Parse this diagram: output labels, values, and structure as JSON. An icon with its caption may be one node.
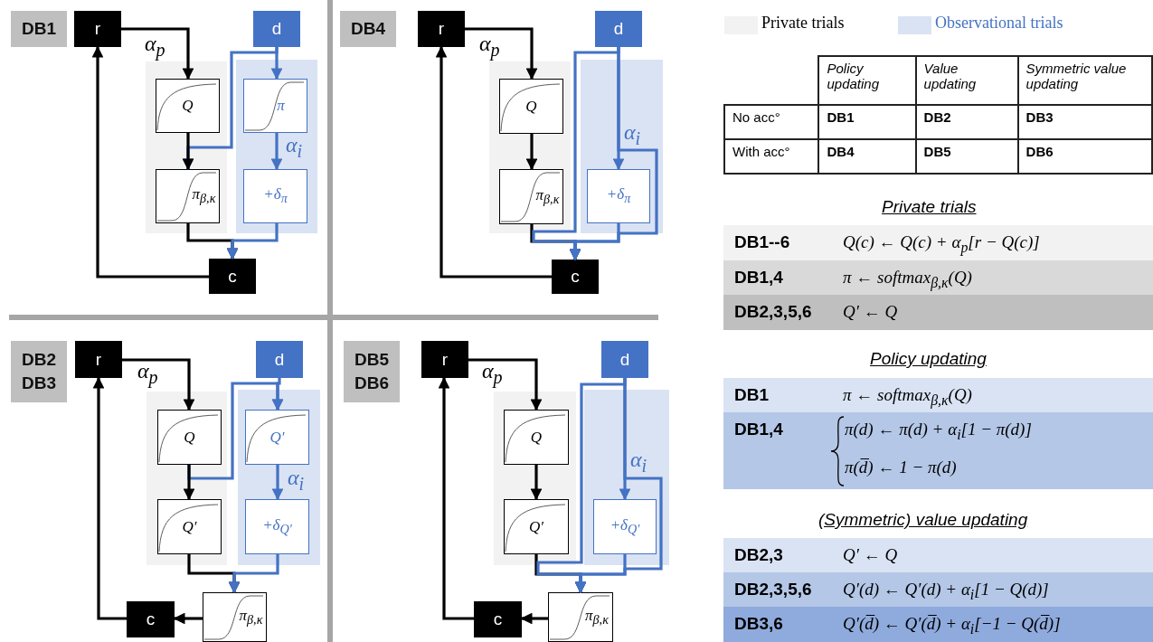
{
  "diagram": {
    "nodes": [
      {
        "text": [
          "DB1"
        ]
      },
      {
        "text": [
          "r"
        ]
      },
      {
        "text": [
          "d"
        ]
      },
      {
        "text": [
          "Q"
        ]
      },
      {
        "text": [
          "π"
        ]
      },
      {
        "text": [
          "π$_{β,κ}$"
        ]
      },
      {
        "text": [
          "+δ$_{π}$"
        ]
      },
      {
        "text": [
          "c"
        ]
      },
      {
        "text": [
          "DB4"
        ]
      },
      {
        "text": [
          "r"
        ]
      },
      {
        "text": [
          "d"
        ]
      },
      {
        "text": [
          "Q"
        ]
      },
      {
        "text": [
          "π$_{β,κ}$"
        ]
      },
      {
        "text": [
          "+δ$_{π}$"
        ]
      },
      {
        "text": [
          "c"
        ]
      },
      {
        "text": [
          "DB2 DB3"
        ]
      },
      {
        "text": [
          "r"
        ]
      },
      {
        "text": [
          "d"
        ]
      },
      {
        "text": [
          "Q"
        ]
      },
      {
        "text": [
          "Q′"
        ]
      },
      {
        "text": [
          "Q′"
        ]
      },
      {
        "text": [
          "+δ$_{Q′}$"
        ]
      },
      {
        "text": [
          "π$_{β,κ}$"
        ]
      },
      {
        "text": [
          "c"
        ]
      },
      {
        "text": [
          "DB5 DB6"
        ]
      },
      {
        "text": [
          "r"
        ]
      },
      {
        "text": [
          "d"
        ]
      },
      {
        "text": [
          "Q"
        ]
      },
      {
        "text": [
          "Q′"
        ]
      },
      {
        "text": [
          "+δ$_{Q′}$"
        ]
      },
      {
        "text": [
          "π$_{β,κ}$"
        ]
      },
      {
        "text": [
          "c"
        ]
      }
    ],
    "edges": [
      {
        "from": 1,
        "to": 3,
        "arrow": "to",
        "label": "α$_{p}$"
      },
      {
        "from": 3,
        "to": 5,
        "arrow": "to"
      },
      {
        "from": 2,
        "to": 4,
        "arrow": "to",
        "color": "#4472c4"
      },
      {
        "from": 2,
        "to": 5,
        "arrow": "to",
        "color": "#4472c4"
      },
      {
        "from": 4,
        "to": 6,
        "arrow": "to",
        "label": "α$_{i}$",
        "color": "#4472c4"
      },
      {
        "from": 5,
        "to": 7,
        "arrow": "to"
      },
      {
        "from": 6,
        "to": 7,
        "arrow": "to",
        "color": "#4472c4"
      },
      {
        "from": 7,
        "to": 1,
        "arrow": "to"
      },
      {
        "from": 9,
        "to": 11,
        "arrow": "to",
        "label": "α$_{p}$"
      },
      {
        "from": 11,
        "to": 12,
        "arrow": "to"
      },
      {
        "from": 10,
        "to": 13,
        "arrow": "to",
        "label": "α$_{i}$",
        "color": "#4472c4"
      },
      {
        "from": 10,
        "to": 14,
        "arrow": "to",
        "color": "#4472c4"
      },
      {
        "from": 10,
        "to": 14,
        "arrow": "to",
        "color": "#4472c4"
      },
      {
        "from": 12,
        "to": 14,
        "arrow": "to"
      },
      {
        "from": 13,
        "to": 14,
        "arrow": "to",
        "color": "#4472c4"
      },
      {
        "from": 14,
        "to": 9,
        "arrow": "to"
      },
      {
        "from": 16,
        "to": 18,
        "arrow": "to",
        "label": "α$_{p}$"
      },
      {
        "from": 18,
        "to": 20,
        "arrow": "to"
      },
      {
        "from": 18,
        "to": 19,
        "arrow": "to",
        "color": "#4472c4"
      },
      {
        "from": 17,
        "to": 19,
        "arrow": "to",
        "color": "#4472c4"
      },
      {
        "from": 19,
        "to": 21,
        "arrow": "to",
        "label": "α$_{i}$",
        "color": "#4472c4"
      },
      {
        "from": 20,
        "to": 22,
        "arrow": "to"
      },
      {
        "from": 21,
        "to": 22,
        "arrow": "to",
        "color": "#4472c4"
      },
      {
        "from": 22,
        "to": 23,
        "arrow": "to"
      },
      {
        "from": 23,
        "to": 16,
        "arrow": "to"
      },
      {
        "from": 25,
        "to": 27,
        "arrow": "to",
        "label": "α$_{p}$"
      },
      {
        "from": 27,
        "to": 28,
        "arrow": "to"
      },
      {
        "from": 26,
        "to": 29,
        "arrow": "to",
        "label": "α$_{i}$",
        "color": "#4472c4"
      },
      {
        "from": 26,
        "to": 30,
        "arrow": "to",
        "color": "#4472c4"
      },
      {
        "from": 26,
        "to": 30,
        "arrow": "to",
        "color": "#4472c4"
      },
      {
        "from": 28,
        "to": 30,
        "arrow": "to"
      },
      {
        "from": 29,
        "to": 30,
        "arrow": "to",
        "color": "#4472c4"
      },
      {
        "from": 30,
        "to": 31,
        "arrow": "to"
      },
      {
        "from": 31,
        "to": 25,
        "arrow": "to"
      }
    ],
    "labels": [
      "Policy updating",
      "Value updating",
      "Symmetric value updating",
      "No acc°",
      "DB1",
      "DB2",
      "DB3",
      "With acc°",
      "DB4",
      "DB5",
      "DB6",
      "Private trials",
      "DB1--6",
      "Q(c) ← Q(c) + α$_{p}$[r − Q(c)]",
      "DB1,4",
      "π ← softmax$_{β,κ}$(Q)",
      "DB2,3,5,6",
      "Q′ ← Q",
      "Policy updating",
      "DB1",
      "π ← softmax$_{β,κ}$(Q)",
      "DB1,4",
      "π(d) ← π(d) + α$_{i}$[1 − π(d)]",
      "π(d̅) ← 1 − π(d)",
      "(Symmetric) value updating",
      "DB2,3",
      "Q′ ← Q",
      "DB2,3,5,6",
      "Q′(d) ← Q′(d) + α$_{i}$[1 − Q(d)]",
      "DB3,6",
      "Q′(d̅) ← Q′(d̅) + α$_{i}$[−1 − Q(d̅)]"
    ],
    "legend": [
      {
        "text": "Private trials",
        "color": "#f2f2f2"
      },
      {
        "text": "Observational trials",
        "color": "#dae3f3"
      }
    ]
  }
}
